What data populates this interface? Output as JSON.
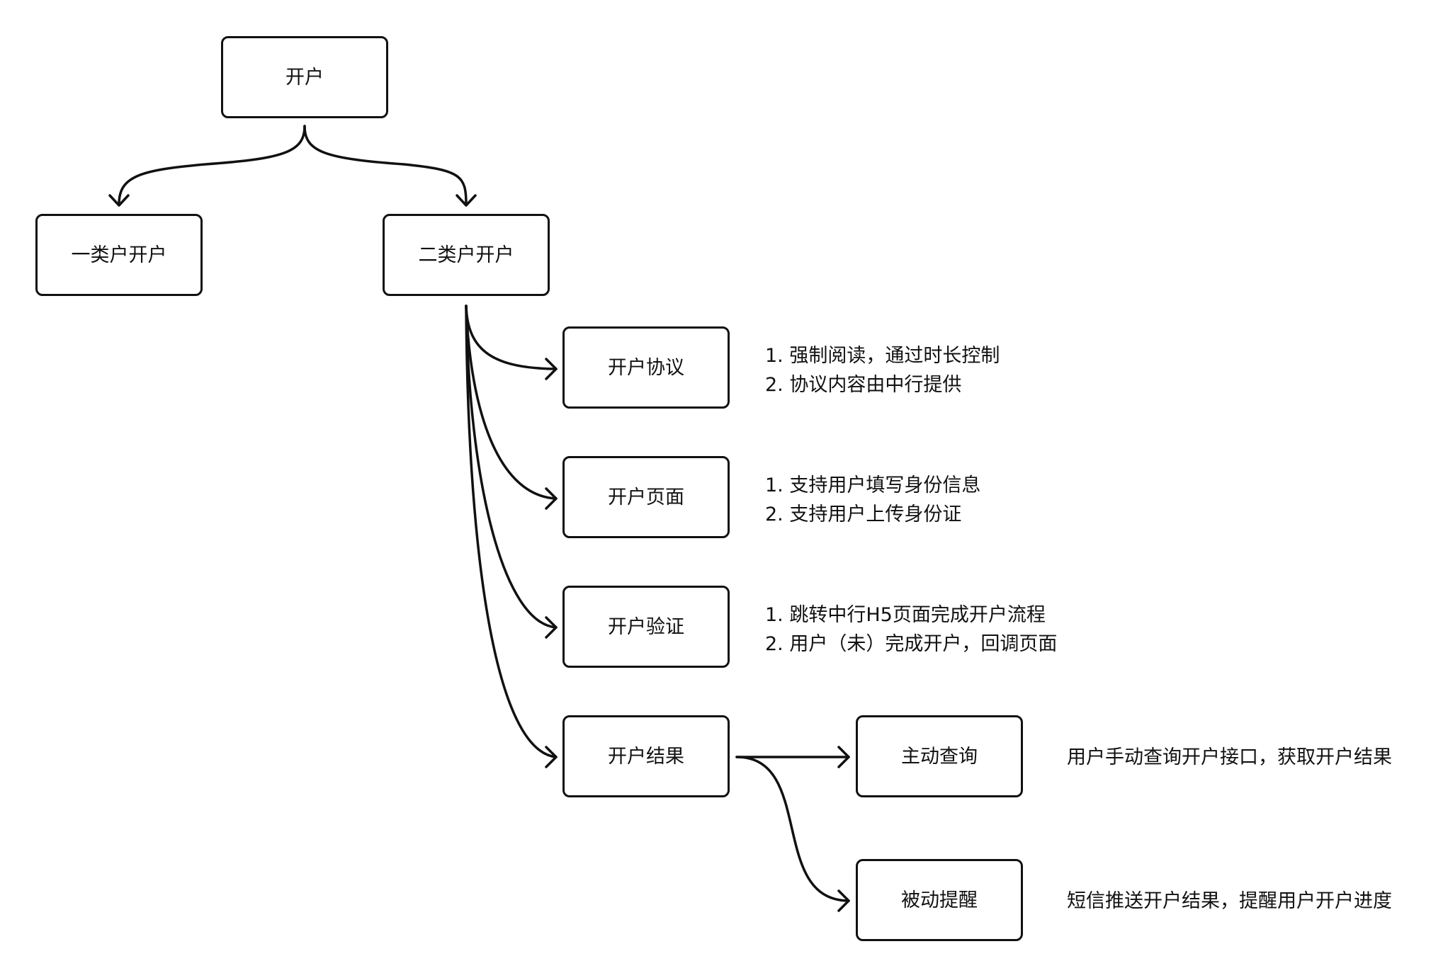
{
  "nodes": {
    "root": "开户",
    "class1": "一类户开户",
    "class2": "二类户开户",
    "agreement": "开户协议",
    "page": "开户页面",
    "verify": "开户验证",
    "result": "开户结果",
    "active_query": "主动查询",
    "passive_remind": "被动提醒"
  },
  "notes": {
    "agreement": [
      "1. 强制阅读，通过时长控制",
      "2. 协议内容由中行提供"
    ],
    "page": [
      "1. 支持用户填写身份信息",
      "2. 支持用户上传身份证"
    ],
    "verify": [
      "1. 跳转中行H5页面完成开户流程",
      "2. 用户（未）完成开户，回调页面"
    ],
    "active_query": "用户手动查询开户接口，获取开户结果",
    "passive_remind": "短信推送开户结果，提醒用户开户进度"
  }
}
